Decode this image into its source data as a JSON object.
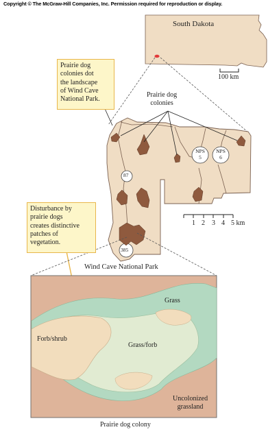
{
  "copyright": "Copyright © The McGraw-Hill Companies, Inc. Permission required for reproduction or display.",
  "inset_map": {
    "state_label": "South Dakota",
    "scale_label": "100 km"
  },
  "callouts": {
    "colonies_dot": [
      "Prairie dog",
      "colonies dot",
      "the landscape",
      "of Wind Cave",
      "National Park."
    ],
    "disturbance": [
      "Disturbance by",
      "prairie dogs",
      "creates distinctive",
      "patches of",
      "vegetation."
    ]
  },
  "park_map": {
    "colonies_label": [
      "Prairie dog",
      "colonies"
    ],
    "roads": [
      "87",
      "385"
    ],
    "nps_roads": [
      [
        "NPS",
        "5"
      ],
      [
        "NPS",
        "6"
      ]
    ],
    "scale_ticks": [
      "1",
      "2",
      "3",
      "4",
      "5 km"
    ],
    "caption": "Wind Cave National Park"
  },
  "colony_diagram": {
    "zones": {
      "grass": "Grass",
      "forb_shrub": "Forb/shrub",
      "grass_forb": "Grass/forb",
      "uncolonized": [
        "Uncolonized",
        "grassland"
      ]
    },
    "caption": "Prairie dog colony"
  },
  "colors": {
    "park_fill": "#f0ddc4",
    "colony_fill": "#8f5a3e",
    "uncolonized": "#deb49a",
    "grass": "#b3d9c1",
    "grass_forb": "#e1ebd2",
    "forb_shrub": "#f2ddbd",
    "callout_fill": "#fdf6c9",
    "callout_border": "#e8b64a",
    "marker": "#e23a3a"
  }
}
